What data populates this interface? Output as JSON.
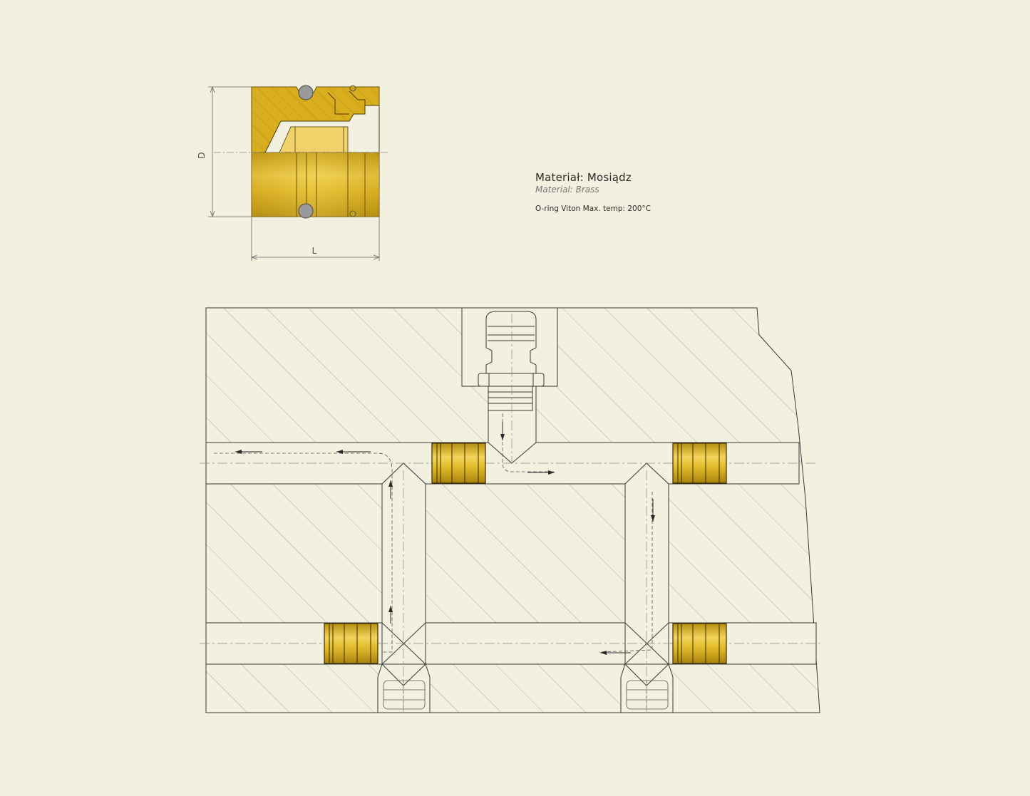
{
  "spec": {
    "material_pl": "Materiał: Mosiądz",
    "material_en": "Material: Brass",
    "oring": "O-ring Viton Max. temp: 200°C"
  },
  "dimensions": {
    "diameter_label": "D",
    "length_label": "L"
  },
  "colors": {
    "background": "#f2f0df",
    "brass": "#d8ad1e",
    "brass_light": "#f3d45a",
    "brass_dark": "#9e7a0c",
    "line": "#3a3a3a",
    "oring": "#9a9a9a"
  }
}
